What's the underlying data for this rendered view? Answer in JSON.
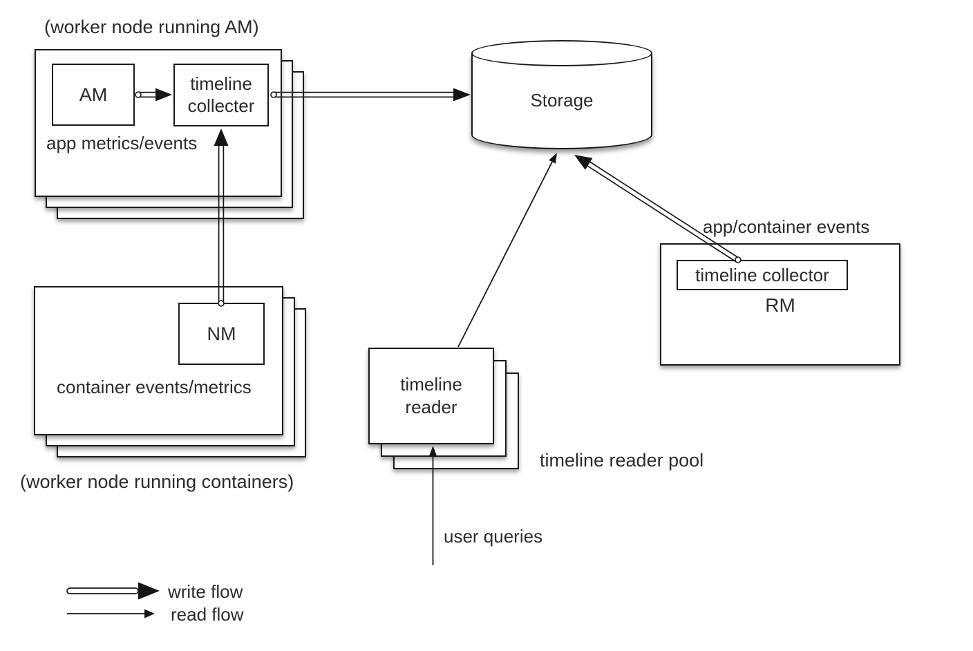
{
  "colors": {
    "ink": "#1a1a1a",
    "text": "#2b2b2b",
    "background": "#ffffff"
  },
  "worker_am_group": {
    "caption": "(worker node running AM)",
    "am_box_label": "AM",
    "collector_box_label": "timeline collecter",
    "events_label": "app metrics/events"
  },
  "worker_container_group": {
    "nm_box_label": "NM",
    "events_label": "container events/metrics",
    "caption": "(worker node running containers)"
  },
  "storage": {
    "label": "Storage"
  },
  "rm_group": {
    "events_label": "app/container events",
    "collector_box_label": "timeline collector",
    "rm_label": "RM"
  },
  "reader_group": {
    "reader_box_label": "timeline reader",
    "pool_label": "timeline reader pool",
    "user_queries_label": "user queries"
  },
  "legend": {
    "write_flow_label": "write flow",
    "read_flow_label": "read flow"
  }
}
